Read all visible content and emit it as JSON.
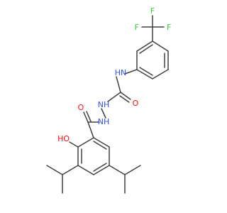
{
  "molecule": {
    "atoms": [
      {
        "id": "F1",
        "text": "F",
        "color": "#33cc33"
      },
      {
        "id": "F2",
        "text": "F",
        "color": "#33cc33"
      },
      {
        "id": "F3",
        "text": "F",
        "color": "#33cc33"
      },
      {
        "id": "N_amide",
        "text": "N",
        "h": "H",
        "color": "#3050f8"
      },
      {
        "id": "O_urea",
        "text": "O",
        "color": "#ff0d0d"
      },
      {
        "id": "N_h1",
        "text": "N",
        "h": "H",
        "color": "#3050f8"
      },
      {
        "id": "N_h2",
        "text": "N",
        "h": "H",
        "color": "#3050f8"
      },
      {
        "id": "O_benz",
        "text": "O",
        "color": "#ff0d0d"
      },
      {
        "id": "O_hydroxy",
        "text": "O",
        "h": "H",
        "color": "#ff0d0d"
      }
    ]
  }
}
